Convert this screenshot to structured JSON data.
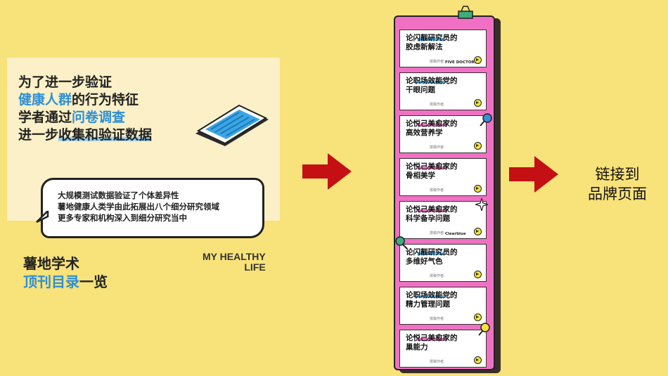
{
  "headline": {
    "line1": "为了进一步验证",
    "line2_blue": "健康人群",
    "line2_rest": "的行为特征",
    "line3_start": "学者通过",
    "line3_blue": "问卷调查",
    "line4_start": "进一步",
    "line4_ul": "收集和验证数据"
  },
  "bubble": {
    "line1": "大规模测试数据验证了个体差异性",
    "line2": "薯地健康人类学由此拓展出八个细分研究领域",
    "line3": "更多专家和机构深入到细分研究当中"
  },
  "catalog": {
    "line1": "薯地学术",
    "line2_blue": "顶刊目录",
    "line2_rest": "一览"
  },
  "brand_tag": {
    "line1": "MY HEALTHY",
    "line2": "LIFE"
  },
  "link": {
    "line1": "链接到",
    "line2": "品牌页面"
  },
  "cards": [
    {
      "l1": "论闪靓研究员的",
      "l2": "胶虑新解法",
      "meta": "撰稿作者:",
      "brand": "FIVE DOCTORS",
      "hl": "#5ab7ea"
    },
    {
      "l1": "论职场效能党的",
      "l2": "干眼问题",
      "meta": "撰稿作者:",
      "brand": "",
      "hl": "#5ab7ea"
    },
    {
      "l1": "论悦己美愈家的",
      "l2": "高效营养学",
      "meta": "撰稿作者:",
      "brand": "",
      "hl": "#f071c4"
    },
    {
      "l1": "论悦己美愈家的",
      "l2": "骨相美学",
      "meta": "撰稿作者:",
      "brand": "",
      "hl": "#f071c4"
    },
    {
      "l1": "论悦己美愈家的",
      "l2": "科学备孕问题",
      "meta": "撰稿作者:",
      "brand": "Clearblue",
      "hl": "#f071c4"
    },
    {
      "l1": "论闪靓研究员的",
      "l2": "多维好气色",
      "meta": "撰稿作者:",
      "brand": "",
      "hl": "#5ab7ea"
    },
    {
      "l1": "论职场效能党的",
      "l2": "精力管理问题",
      "meta": "撰稿作者:",
      "brand": "",
      "hl": "#5ab7ea"
    },
    {
      "l1": "论悦己美愈家的",
      "l2": "巢能力",
      "meta": "撰稿作者:",
      "brand": "",
      "hl": "#f071c4"
    }
  ],
  "colors": {
    "background": "#f8e27a",
    "panel": "#fbf0c7",
    "blue": "#2d8fd6",
    "pink": "#f071c4",
    "arrow": "#c40f14"
  }
}
